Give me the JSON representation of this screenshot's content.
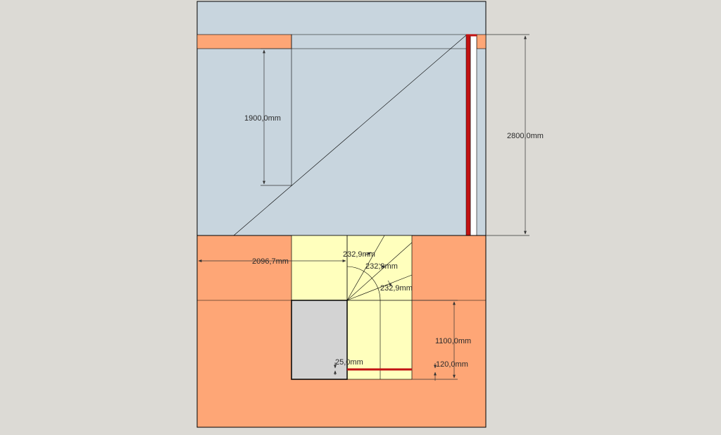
{
  "app": {
    "background_color": "#dcdad5"
  },
  "colors": {
    "wall": "#c8d5de",
    "floor": "#fea676",
    "stairs": "#ffffbd",
    "opening": "#d3d3d3",
    "accent_red": "#c21212",
    "line": "#000000",
    "dimension": "#333333"
  },
  "dimensions": {
    "height_total": "2800,0mm",
    "height_partial": "1900,0mm",
    "offset_width": "2096,7mm",
    "tread_1": "232,9mm",
    "tread_2": "232,9mm",
    "tread_3": "232,9mm",
    "landing_depth": "1100,0mm",
    "gap_1": "25,0mm",
    "gap_2": "120,0mm"
  }
}
